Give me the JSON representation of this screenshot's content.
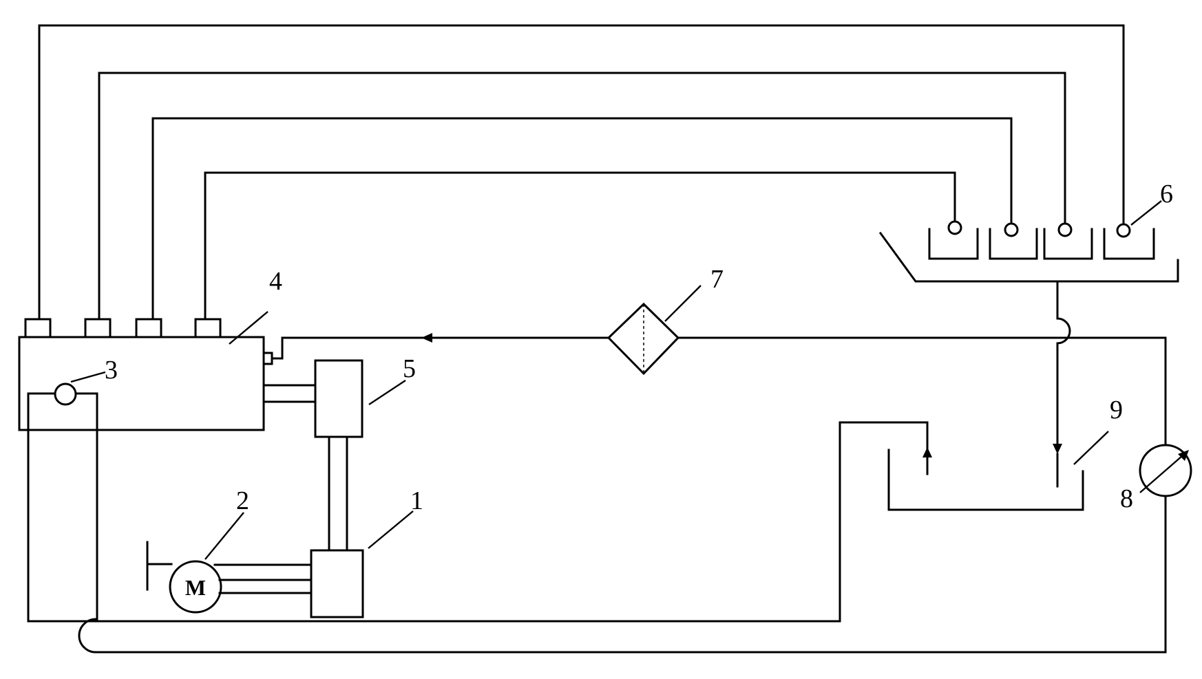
{
  "labels": {
    "l1": "1",
    "l2": "2",
    "l3": "3",
    "l4": "4",
    "l5": "5",
    "l6": "6",
    "l7": "7",
    "l8": "8",
    "l9": "9",
    "motor": "M"
  }
}
